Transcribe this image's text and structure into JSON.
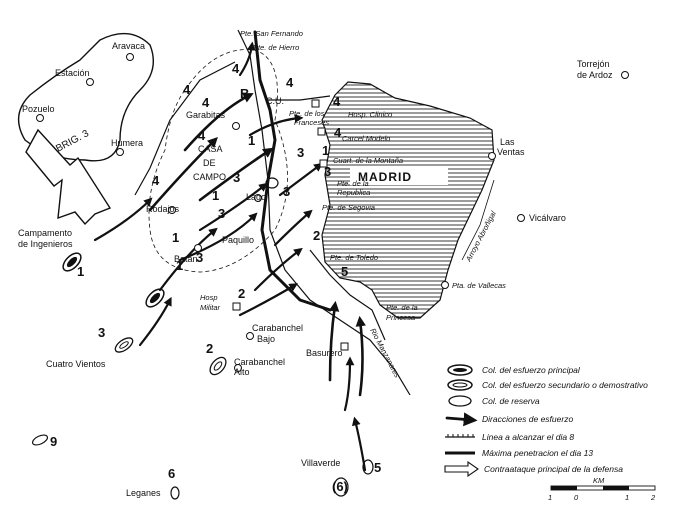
{
  "places": {
    "aravaca": "Aravaca",
    "estacion": "Estación",
    "pozuelo": "Pozuelo",
    "humera": "Humera",
    "brig": "BRIG. 3",
    "garabitas": "Garabitas",
    "casa": "CASA",
    "de": "DE",
    "campo": "CAMPO",
    "rodajos": "Rodajos",
    "lago": "Lago",
    "batan": "Batan",
    "paquillo": "Paquillo",
    "campamento1": "Campamento",
    "campamento2": "de Ingenieros",
    "hosp_militar1": "Hosp",
    "hosp_militar2": "Militar",
    "cuatro_vientos": "Cuatro Vientos",
    "carabanchel_bajo1": "Carabanchel",
    "carabanchel_bajo2": "Bajo",
    "carabanchel_alto1": "Carabanchel",
    "carabanchel_alto2": "Alto",
    "basurero": "Basurero",
    "villaverde": "Villaverde",
    "leganes": "Leganes",
    "madrid": "MADRID",
    "las_ventas1": "Las",
    "las_ventas2": "Ventas",
    "torrejon1": "Torrejón",
    "torrejon2": "de Ardoz",
    "vicalvaro": "Vicálvaro",
    "pta_vallecas": "Pta. de Vallecas",
    "arroyo": "Arroyo Abroñigal",
    "manzanares": "Rio Manzanares",
    "pte_san_fernando": "Pte. San Fernando",
    "pta_hierro": "Pte. de Hierro",
    "pta_franceses1": "Pte. de los",
    "pta_franceses2": "Franceses",
    "hosp_clinico": "Hosp. Clinico",
    "carcel_modelo": "Carcel Modelo",
    "cuartel_montana": "Cuart. de la Montaña",
    "pte_republica1": "Pte. de la",
    "pte_republica2": "Republica",
    "pte_segovia": "Pte. de Segovia",
    "pte_toledo": "Pte. de Toledo",
    "pte_princesa1": "Pte. de la",
    "pte_princesa2": "Princesa",
    "cu": "C.U.",
    "b": "B"
  },
  "numbers": {
    "n1a": "1",
    "n1b": "1",
    "n1c": "1",
    "n1d": "1",
    "n1e": "1",
    "n1f": "1",
    "n2a": "2",
    "n2b": "2",
    "n2c": "2",
    "n3a": "3",
    "n3b": "3",
    "n3c": "3",
    "n3d": "3",
    "n3e": "3",
    "n3f": "3",
    "n3g": "3",
    "n4a": "4",
    "n4b": "4",
    "n4c": "4",
    "n4d": "4",
    "n4e": "4",
    "n4f": "4",
    "n4g": "4",
    "n4h": "4",
    "n5a": "5",
    "n5b": "5",
    "n6a": "6",
    "n6b": "(6)",
    "n9": "9"
  },
  "legend": {
    "item1": "Col. del esfuerzo principal",
    "item2": "Col. del esfuerzo secundario o demostrativo",
    "item3": "Col. de reserva",
    "item4": "Diracciones de esfuerzo",
    "item5": "Linea a alcanzar el dia 8",
    "item6": "Máxima penetracion el dia 13",
    "item7": "Contraataque principal de la defensa"
  },
  "scale": {
    "unit": "KM",
    "ticks": [
      "1",
      "0",
      "1",
      "2"
    ]
  }
}
